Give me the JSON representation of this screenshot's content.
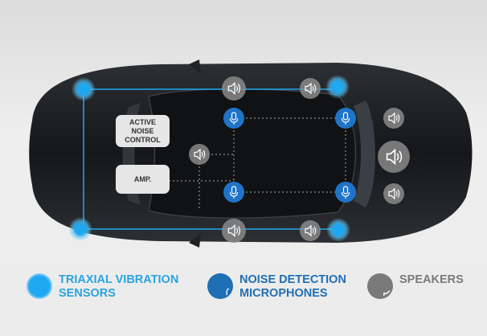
{
  "diagram": {
    "boxes": {
      "anc": "ACTIVE\nNOISE\nCONTROL",
      "amp": "AMP."
    },
    "legend": [
      {
        "label": "TRIAXIAL VIBRATION\nSENSORS",
        "icon": "vibration-sensor-icon",
        "color": "#2aa4e0"
      },
      {
        "label": "NOISE DETECTION\nMICROPHONES",
        "icon": "microphone-icon",
        "color": "#1f6fb4"
      },
      {
        "label": "SPEAKERS",
        "icon": "speaker-icon",
        "color": "#7a7a7a"
      }
    ],
    "colors": {
      "sensor": "#1fa8f0",
      "microphone": "#1f74c8",
      "speaker": "#8a8a8a",
      "car": "#1c1e20"
    }
  }
}
